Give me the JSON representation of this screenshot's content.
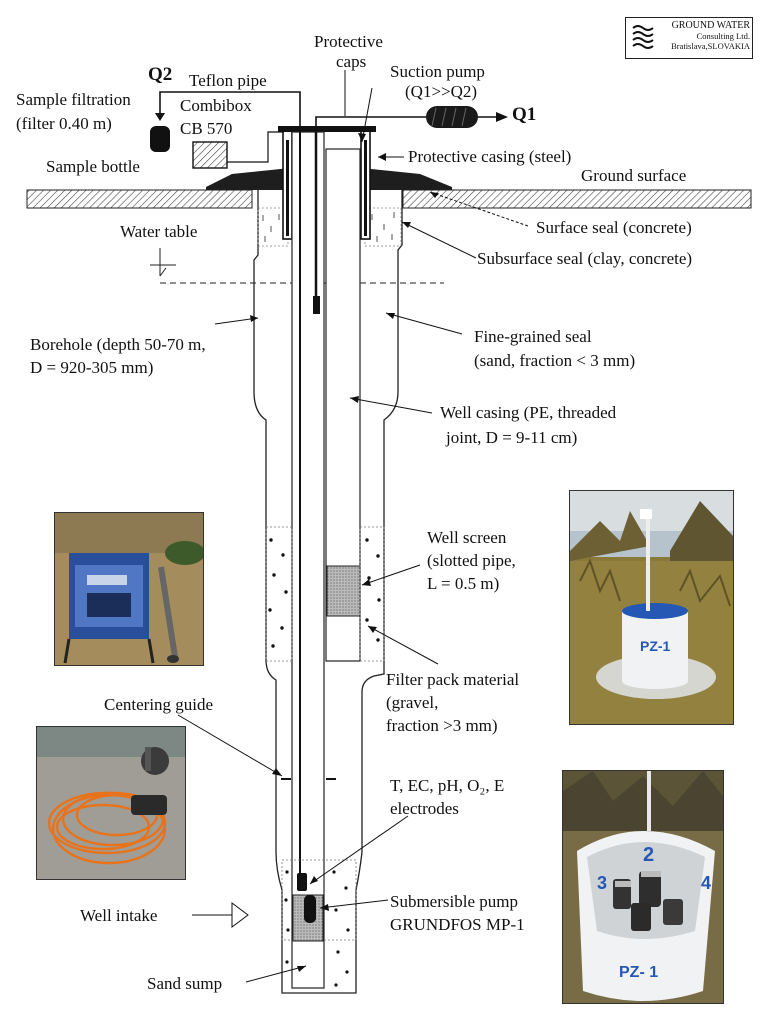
{
  "logo": {
    "line1": "GROUND WATER",
    "line2": "Consulting Ltd.",
    "line3": "Bratislava,SLOVAKIA",
    "icon": "ground-water-logo-icon"
  },
  "labels": {
    "q2": "Q2",
    "q1": "Q1",
    "protective_caps_1": "Protective",
    "protective_caps_2": "caps",
    "suction_pump_1": "Suction pump",
    "suction_pump_2": "(Q1>>Q2)",
    "teflon_pipe": "Teflon pipe",
    "sample_filtration_1": "Sample filtration",
    "sample_filtration_2": "(filter 0.40   m)",
    "combibox_1": "Combibox",
    "combibox_2": "CB 570",
    "sample_bottle": "Sample bottle",
    "protective_casing": "Protective casing (steel)",
    "ground_surface": "Ground surface",
    "surface_seal": "Surface seal (concrete)",
    "water_table": "Water table",
    "subsurface_seal": "Subsurface seal (clay, concrete)",
    "borehole_1": "Borehole (depth 50-70 m,",
    "borehole_2": "D =  920-305 mm)",
    "fine_seal_1": "Fine-grained seal",
    "fine_seal_2": "(sand, fraction < 3 mm)",
    "well_casing_1": "Well casing (PE, threaded",
    "well_casing_2": "joint, D = 9-11 cm)",
    "well_screen_1": "Well screen",
    "well_screen_2": "(slotted pipe,",
    "well_screen_3": "L = 0.5 m)",
    "filter_pack_1": "Filter pack material",
    "filter_pack_2": "(gravel,",
    "filter_pack_3": "fraction >3 mm)",
    "centering_guide": "Centering guide",
    "electrodes_1": "T, EC, pH, O₂, E",
    "electrodes_2": "electrodes",
    "well_intake": "Well intake",
    "submersible_pump_1": "Submersible pump",
    "submersible_pump_2": "GRUNDFOS MP-1",
    "sand_sump": "Sand sump"
  },
  "photos": {
    "field_equipment": "field-equipment-photo",
    "cable_reel": "orange-cable-photo",
    "pz1_site": "pz1-site-photo",
    "pz1_top": "pz1-top-photo",
    "pz1_label": "PZ-1",
    "pz1_label_top": "PZ- 1",
    "top_numbers": [
      "2",
      "3",
      "4"
    ]
  },
  "colors": {
    "line": "#111111",
    "seal_fill": "#222222",
    "cable": "#e8731a",
    "grass": "#8a7a3a",
    "water": "#b7c3cc",
    "pz_white": "#f1f2f3",
    "pz_blue": "#2557b4"
  }
}
